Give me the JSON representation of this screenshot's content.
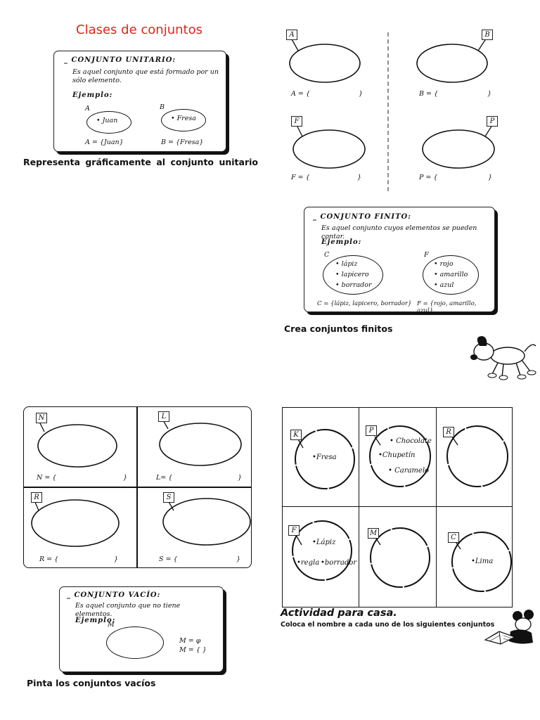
{
  "page_title": "Clases de conjuntos",
  "unitario": {
    "heading": "_ CONJUNTO UNITARIO:",
    "definition": "Es aquel conjunto que está formado por un sólo elemento.",
    "example_label": "Ejemplo:",
    "set_a_name": "A",
    "set_a_element": "Juan",
    "set_a_notation": "A = {Juan}",
    "set_b_name": "B",
    "set_b_element": "Fresa",
    "set_b_notation": "B = {Fresa}"
  },
  "instruction_unitario": "Representa gráficamente al conjunto unitario",
  "unitario_exercises": [
    {
      "name": "A",
      "notation": "A = {",
      "close": "}"
    },
    {
      "name": "B",
      "notation": "B = {",
      "close": "}"
    },
    {
      "name": "F",
      "notation": "F = {",
      "close": "}"
    },
    {
      "name": "P",
      "notation": "P = {",
      "close": "}"
    }
  ],
  "finito": {
    "heading": "_ CONJUNTO FINITO:",
    "definition": "Es aquel conjunto cuyos elementos se pueden contar.",
    "example_label": "Ejemplo:",
    "set_c_name": "C",
    "set_c_elements": [
      "lápiz",
      "lapicero",
      "borrador"
    ],
    "set_c_notation": "C = {lápiz, lapicero, borrador}",
    "set_f_name": "F",
    "set_f_elements": [
      "rojo",
      "amarillo",
      "azul"
    ],
    "set_f_notation": "F = {rojo, amarillo, azul}"
  },
  "instruction_finito": "Crea conjuntos finitos",
  "finito_exercises": [
    {
      "name": "N",
      "notation": "N = {",
      "close": "}"
    },
    {
      "name": "L",
      "notation": "L= {",
      "close": "}"
    },
    {
      "name": "R",
      "notation": "R = {",
      "close": "}"
    },
    {
      "name": "S",
      "notation": "S = {",
      "close": "}"
    }
  ],
  "vacio": {
    "heading": "_ CONJUNTO VACÍO:",
    "definition": "Es aquel conjunto que no tiene elementos.",
    "example_label": "Ejemplo:",
    "set_name": "M",
    "notation_1": "M = φ",
    "notation_2": "M = {  }"
  },
  "instruction_vacio": "Pinta los conjuntos vacíos",
  "homework_grid": [
    {
      "name": "K",
      "elements": [
        "Fresa"
      ]
    },
    {
      "name": "P",
      "elements": [
        "Chocolate",
        "Chupetín",
        "Caramelo"
      ]
    },
    {
      "name": "R",
      "elements": []
    },
    {
      "name": "F",
      "elements": [
        "Lápiz",
        "regla",
        "borrador"
      ]
    },
    {
      "name": "M",
      "elements": []
    },
    {
      "name": "C",
      "elements": [
        "Lima"
      ]
    }
  ],
  "homework_title": "Actividad para casa.",
  "homework_instruction": "Coloca el nombre a cada uno de los siguientes conjuntos"
}
